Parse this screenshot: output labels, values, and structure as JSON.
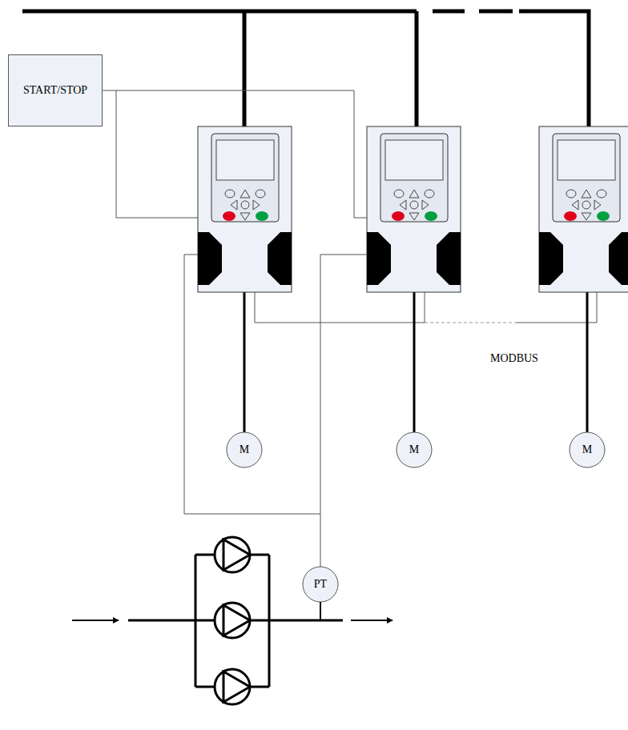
{
  "diagram": {
    "nodes": [
      {
        "text": [
          "START/STOP"
        ]
      },
      {
        "text": [
          "M"
        ]
      },
      {
        "text": [
          "M"
        ]
      },
      {
        "text": [
          "M"
        ]
      },
      {
        "text": [
          "PT"
        ]
      }
    ],
    "labels": [
      "MODBUS"
    ]
  }
}
